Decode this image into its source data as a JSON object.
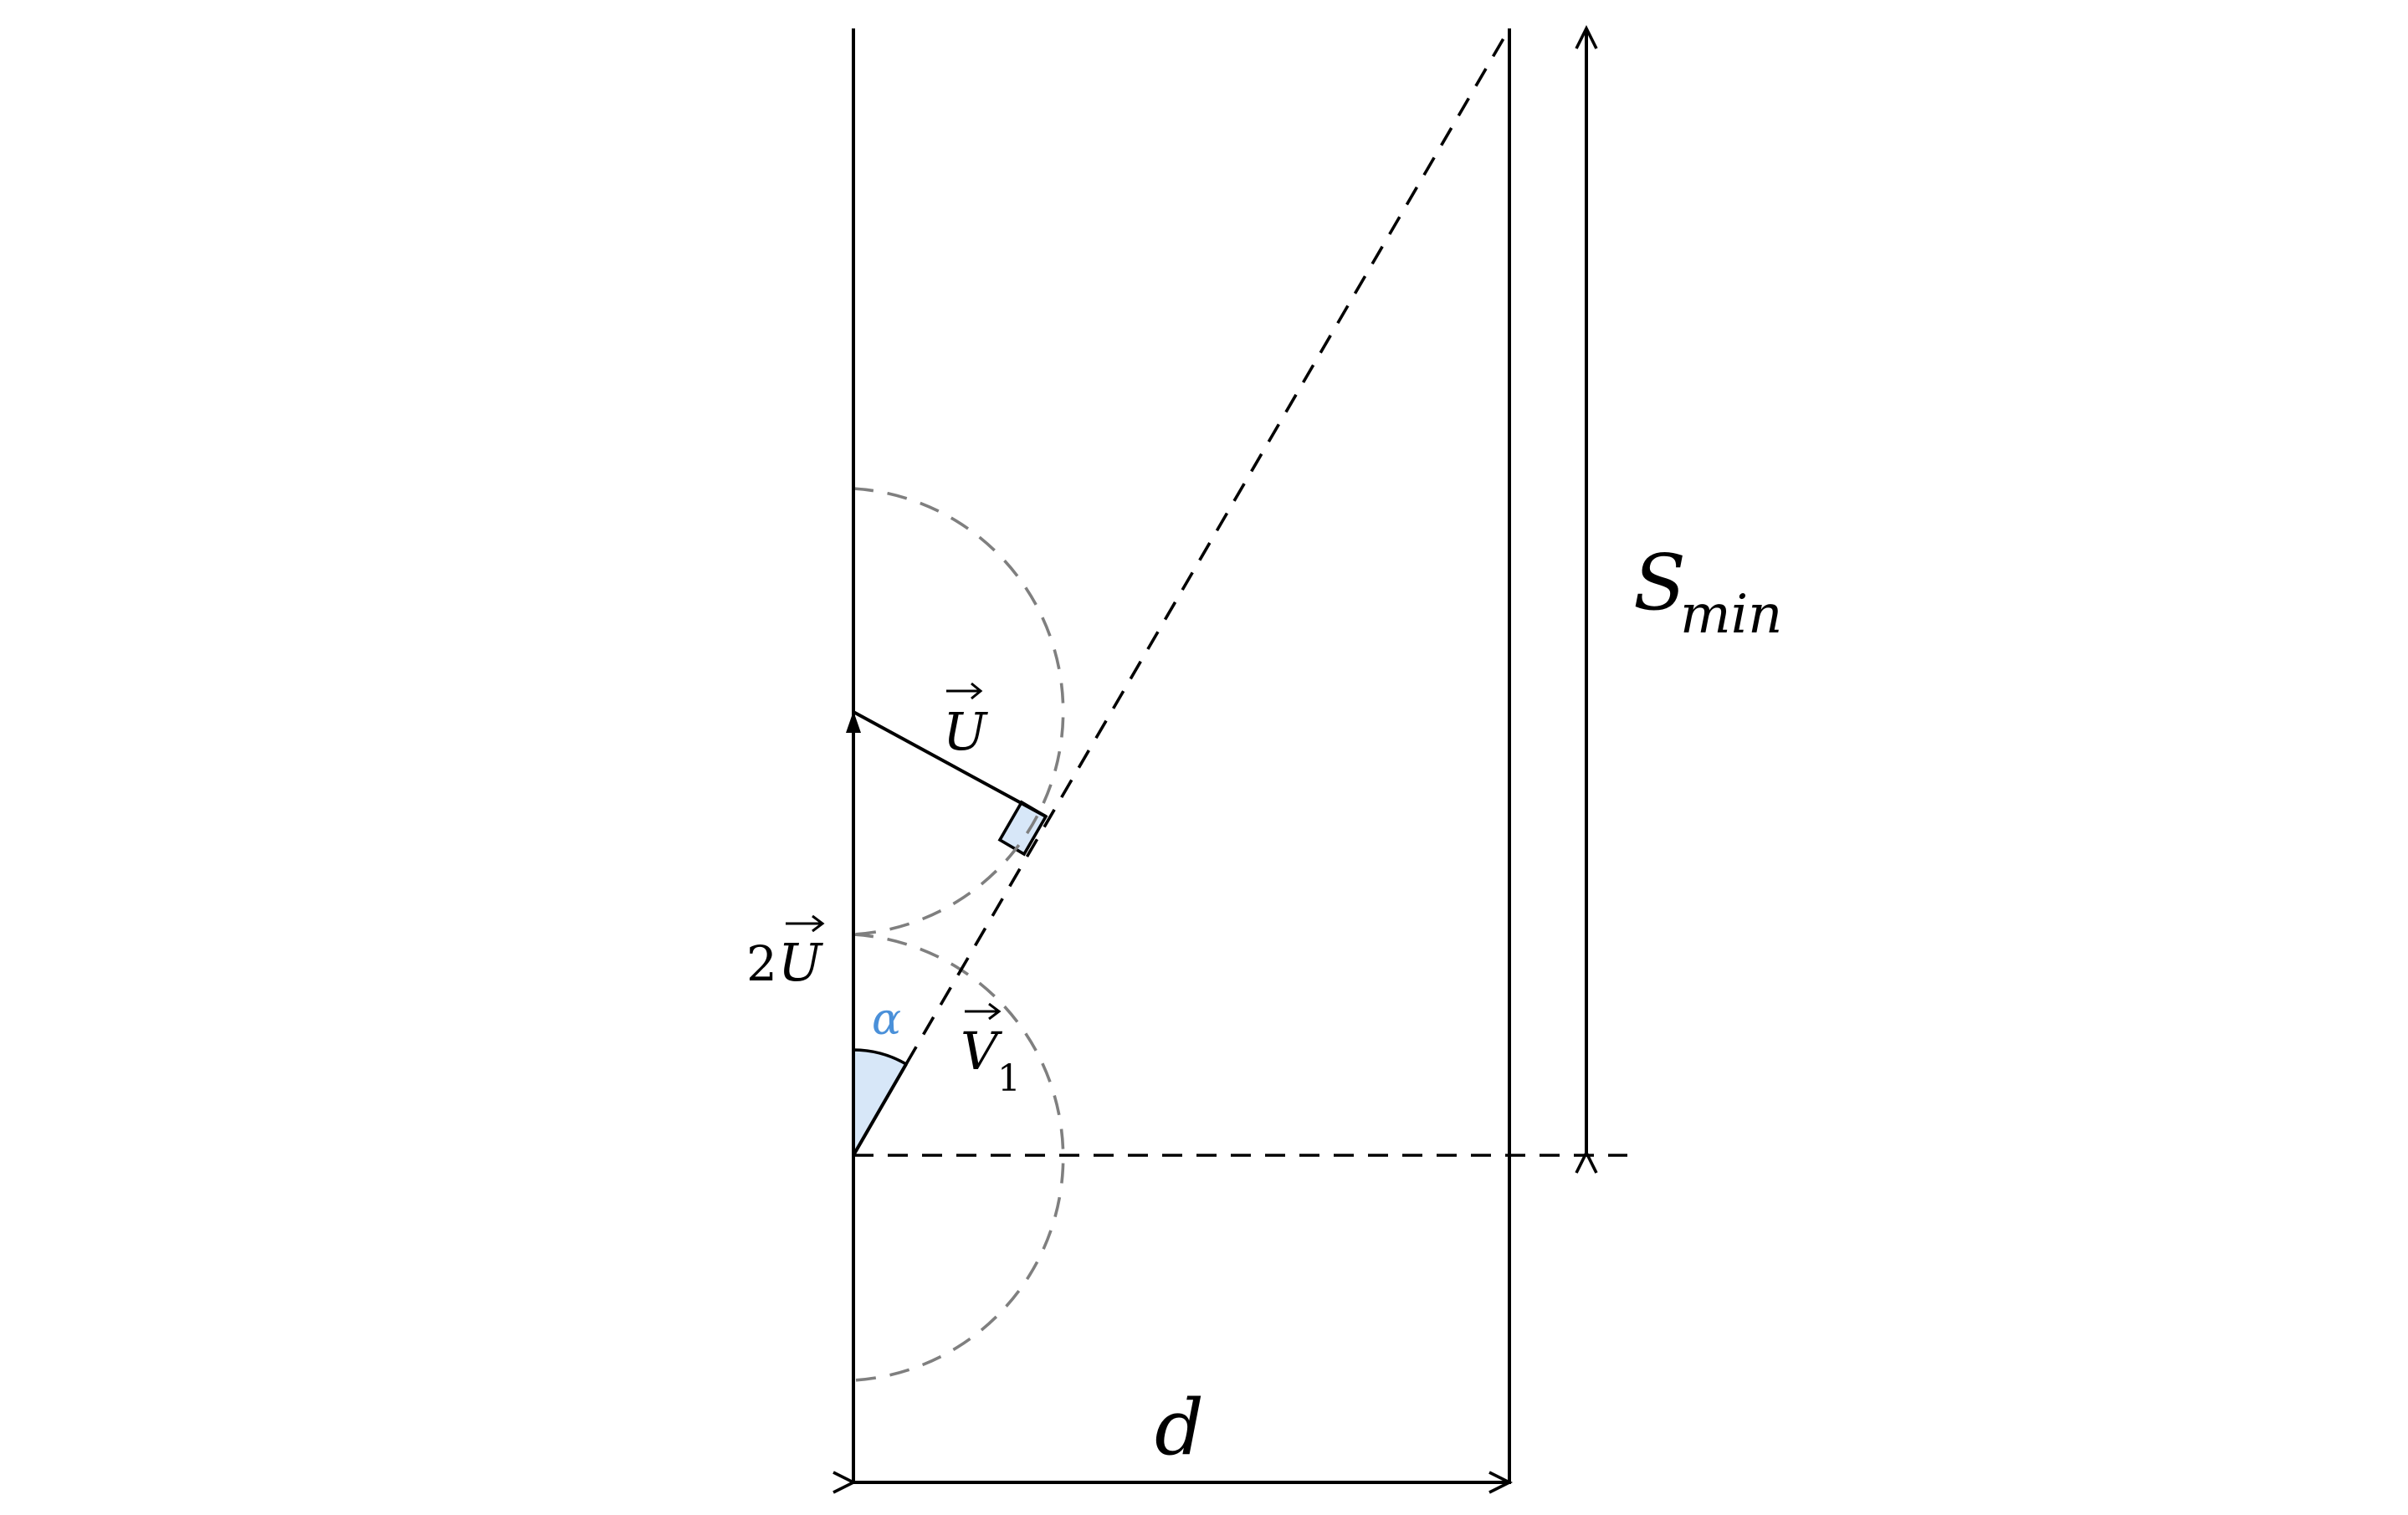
{
  "labels": {
    "u": "U",
    "two_u_coef": "2",
    "two_u": "U",
    "alpha": "α",
    "v1": "V",
    "v1_sub": "1",
    "s_min": "S",
    "s_min_sub": "min",
    "d": "d"
  },
  "colors": {
    "line": "#000000",
    "dashed_arc": "#7f7f7f",
    "angle_fill": "#d7e7f8",
    "alpha_text": "#4a90d9"
  }
}
